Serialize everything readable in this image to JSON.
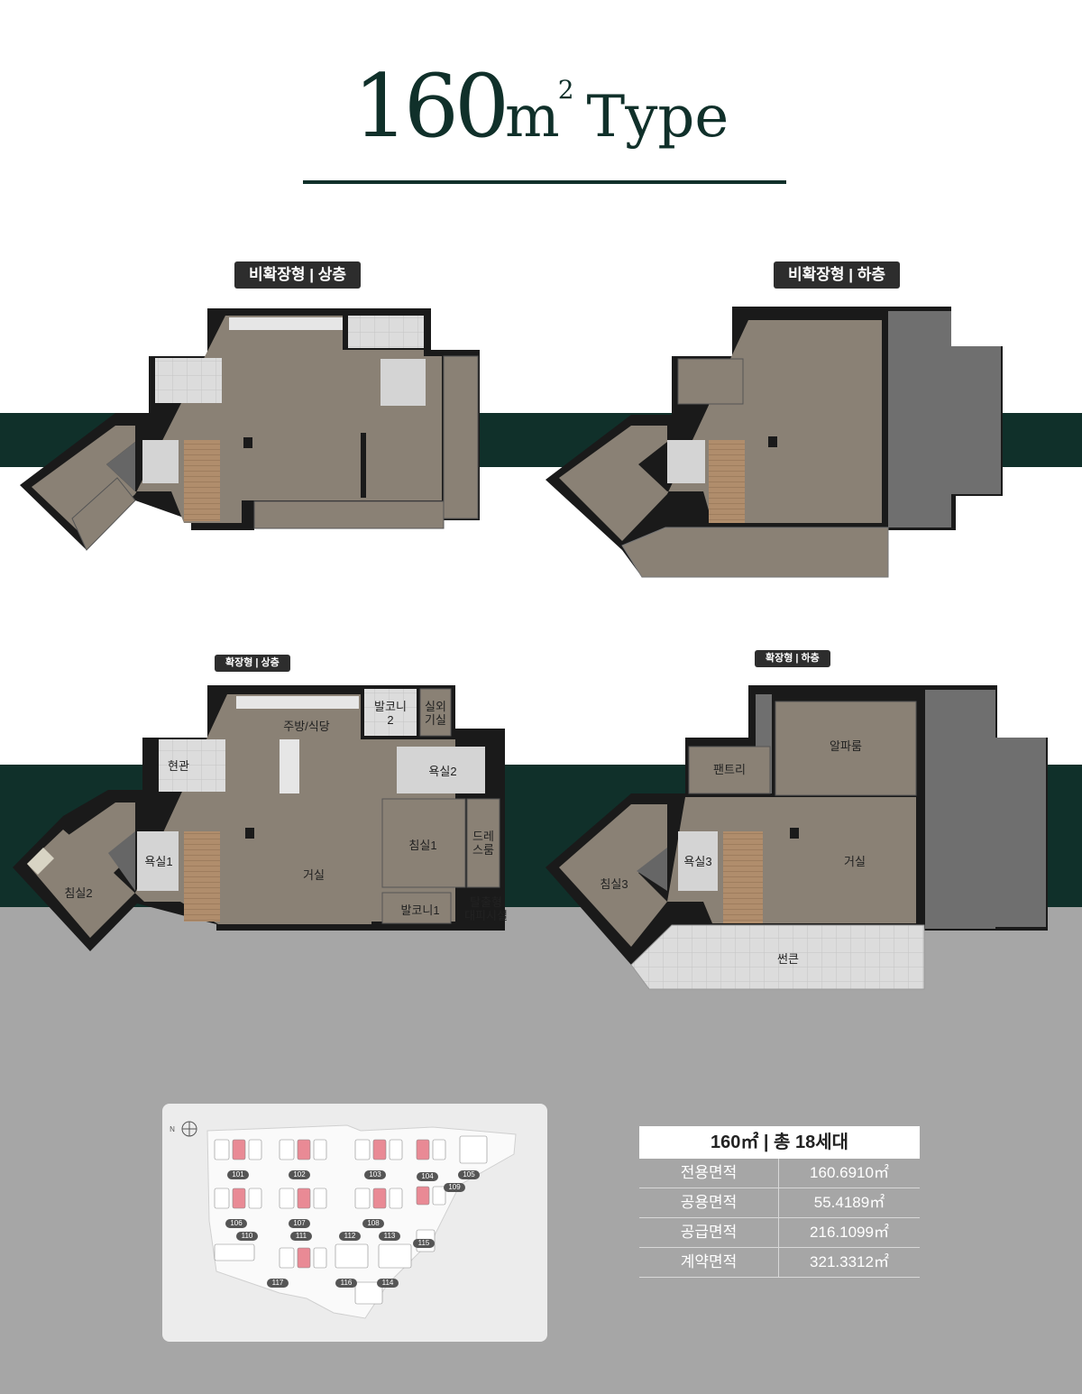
{
  "header": {
    "title_number": "160",
    "title_unit": "m",
    "title_sup": "2",
    "title_type": "Type"
  },
  "plans": {
    "non_expanded_upper": "비확장형 | 상층",
    "non_expanded_lower": "비확장형 | 하층",
    "expanded_upper": "확장형 | 상층",
    "expanded_lower": "확장형 | 하층"
  },
  "rooms_upper": {
    "balcony2": "발코니\n2",
    "outdoor_unit": "실외\n기실",
    "kitchen": "주방/식당",
    "entrance": "현관",
    "bath2": "욕실2",
    "bath1": "욕실1",
    "bedroom1": "침실1",
    "dressroom": "드레\n스룸",
    "living": "거실",
    "bedroom2": "침실2",
    "balcony1": "발코니1",
    "evacuation": "탈출형\n대피시설"
  },
  "rooms_lower": {
    "alpha_room": "알파룸",
    "pantry": "팬트리",
    "bath3": "욕실3",
    "bedroom3": "침실3",
    "living": "거실",
    "sunken": "썬큰"
  },
  "minimap": {
    "compass": "N",
    "buildings": [
      "101",
      "102",
      "103",
      "104",
      "105",
      "106",
      "107",
      "108",
      "109",
      "110",
      "111",
      "112",
      "113",
      "114",
      "115",
      "116",
      "117"
    ]
  },
  "area_table": {
    "header": "160㎡ | 총 18세대",
    "rows": [
      {
        "label": "전용면적",
        "value": "160.6910㎡"
      },
      {
        "label": "공용면적",
        "value": "55.4189㎡"
      },
      {
        "label": "공급면적",
        "value": "216.1099㎡"
      },
      {
        "label": "계약면적",
        "value": "321.3312㎡"
      }
    ]
  },
  "colors": {
    "dark_green": "#10302a",
    "floor": "#8a8175",
    "wall": "#1a1a1a",
    "gray_bg": "#a6a6a6",
    "highlight": "#e98a95"
  }
}
